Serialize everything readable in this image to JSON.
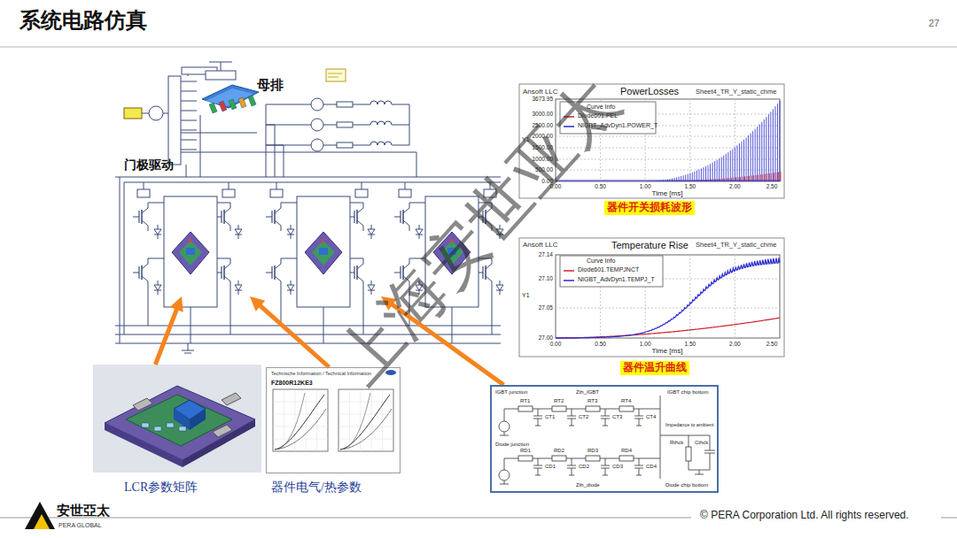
{
  "diagram": {
    "title": "系统电路仿真",
    "nodes": [
      {
        "text": [
          "母排",
          "门极驱动"
        ]
      },
      {
        "text": [
          "LCR参数矩阵"
        ]
      },
      {
        "text": [
          "器件电气/热参数",
          "Technische Information / Technical Information",
          "FZ800R12KE3"
        ]
      },
      {
        "text": [
          "Zth_IGBT",
          "IGBT junction",
          "Diode junction",
          "Zth_diode",
          "IGBT chip bottom",
          "Impedance to ambient",
          "Rthck",
          "Cthck",
          "Diode chip bottom",
          "RT1",
          "RT2",
          "RT3",
          "RT4",
          "CT1",
          "CT2",
          "CT3",
          "CT4",
          "RD1",
          "RD2",
          "RD3",
          "RD4",
          "CD1",
          "CD2",
          "CD3",
          "CD4"
        ]
      }
    ],
    "edges": [
      {
        "from": 1,
        "to": 0,
        "arrow": "to"
      },
      {
        "from": 2,
        "to": 0,
        "arrow": "to"
      },
      {
        "from": 3,
        "to": 0,
        "arrow": "to"
      }
    ],
    "labels": [
      "27",
      "Ansoft LLC",
      "PowerLosses",
      "Sheet4_TR_Y_static_chme",
      "Curve Info",
      "3673.95",
      "3000.00",
      "2500.00",
      "2000.00",
      "1500.00",
      "1000.00",
      "500.00",
      "0.00",
      "0.00",
      "0.50",
      "1.00",
      "1.50",
      "2.00",
      "2.50",
      "Time [ms]",
      "Y1",
      "器件开关损耗波形",
      "Ansoft LLC",
      "Temperature Rise",
      "Sheet4_TR_Y_static_chme",
      "Curve Info",
      "27.14",
      "27.10",
      "27.05",
      "27.00",
      "0.00",
      "0.50",
      "1.00",
      "1.50",
      "2.00",
      "2.50",
      "Time [ms]",
      "Y1",
      "器件温升曲线",
      "上海安世亚太",
      "安世亞太",
      "PERA GLOBAL",
      "© PERA Corporation Ltd. All rights reserved."
    ],
    "legend": [
      {
        "text": "Diode601.PEL"
      },
      {
        "text": "NIGBT_AdvDyn1.POWER_T"
      },
      {
        "text": "Diode601.TEMPJNCT"
      },
      {
        "text": "NIGBT_AdvDyn1.TEMPJ_T"
      }
    ]
  }
}
